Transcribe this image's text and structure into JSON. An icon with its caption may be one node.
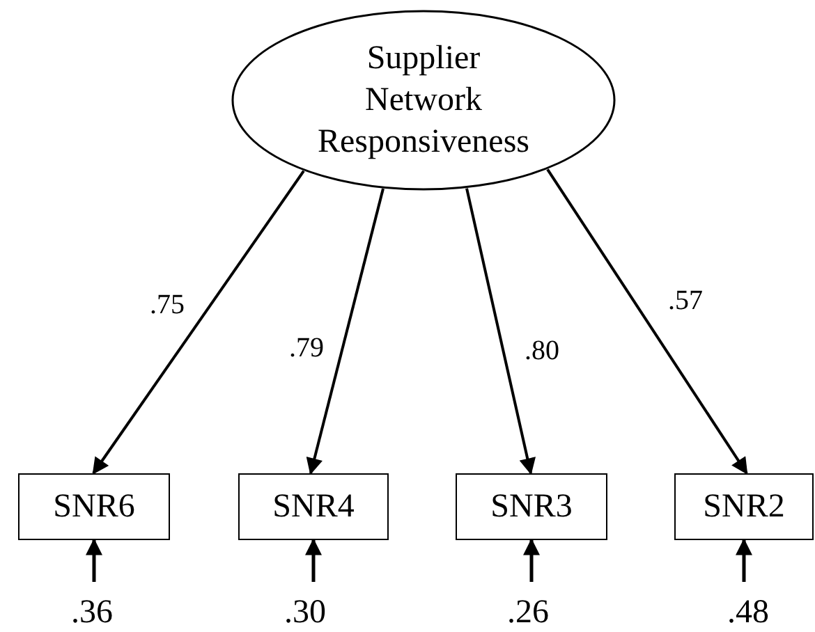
{
  "diagram": {
    "nodes": [
      {
        "text": [
          "Supplier Network Responsiveness"
        ]
      },
      {
        "text": [
          "SNR6"
        ]
      },
      {
        "text": [
          "SNR4"
        ]
      },
      {
        "text": [
          "SNR3"
        ]
      },
      {
        "text": [
          "SNR2"
        ]
      },
      {
        "text": [
          ".36"
        ]
      },
      {
        "text": [
          ".30"
        ]
      },
      {
        "text": [
          ".26"
        ]
      },
      {
        "text": [
          ".48"
        ]
      }
    ],
    "edges": [
      {
        "from": 0,
        "to": 1,
        "arrow": "to",
        "label": ".75"
      },
      {
        "from": 0,
        "to": 2,
        "arrow": "to",
        "label": ".79"
      },
      {
        "from": 0,
        "to": 3,
        "arrow": "to",
        "label": ".80"
      },
      {
        "from": 0,
        "to": 4,
        "arrow": "to",
        "label": ".57"
      },
      {
        "from": 5,
        "to": 1,
        "arrow": "to"
      },
      {
        "from": 6,
        "to": 2,
        "arrow": "to"
      },
      {
        "from": 7,
        "to": 3,
        "arrow": "to"
      },
      {
        "from": 8,
        "to": 4,
        "arrow": "to"
      }
    ]
  }
}
